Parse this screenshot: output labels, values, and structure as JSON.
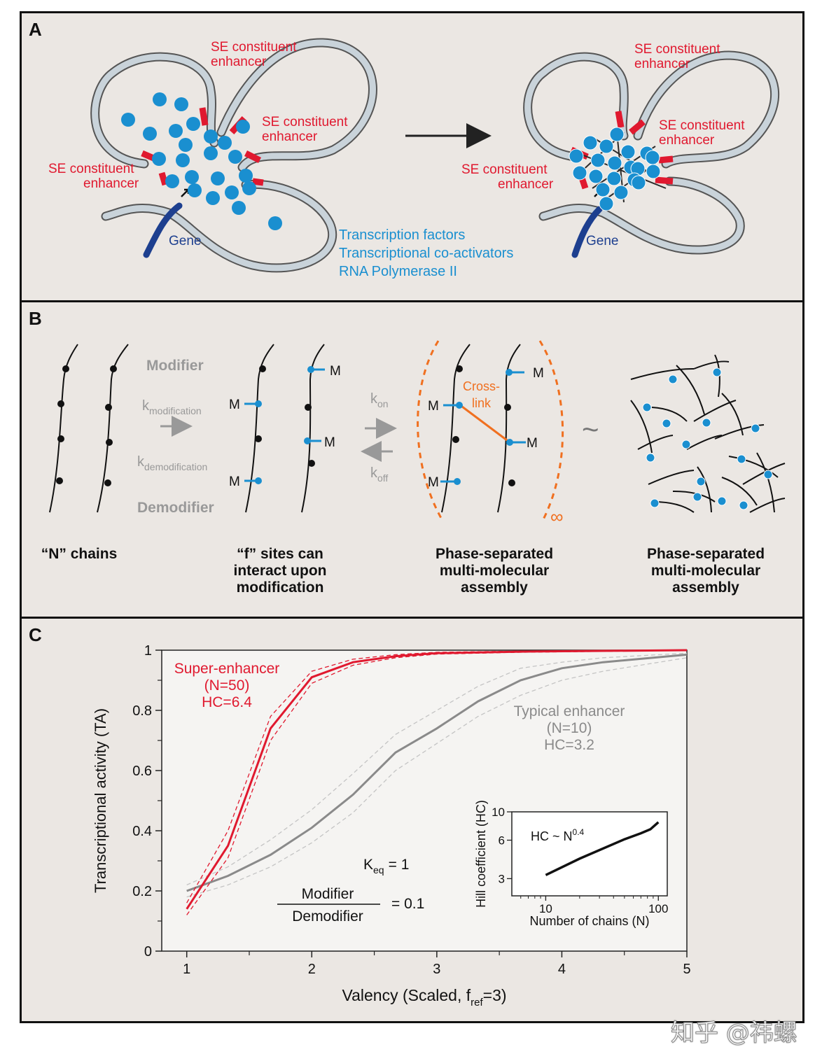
{
  "panel_a": {
    "label": "A",
    "se_enhancer": "SE constituent enhancer",
    "se_line1": "SE constituent",
    "se_line2": "enhancer",
    "gene": "Gene",
    "legend": [
      "Transcription factors",
      "Transcriptional co-activators",
      "RNA Polymerase II"
    ]
  },
  "panel_b": {
    "label": "B",
    "modifier": "Modifier",
    "demodifier": "Demodifier",
    "k": "k",
    "k_mod_sub": "modification",
    "k_demod_sub": "demodification",
    "k_on_sub": "on",
    "k_off_sub": "off",
    "m": "M",
    "crosslink_1": "Cross-",
    "crosslink_2": "link",
    "infinity": "∞",
    "tilde": "~",
    "caption_1": [
      "“N” chains"
    ],
    "caption_2": [
      "“f” sites can",
      "interact upon",
      "modification"
    ],
    "caption_3": [
      "Phase-separated",
      "multi-molecular",
      "assembly"
    ],
    "caption_4": [
      "Phase-separated",
      "multi-molecular",
      "assembly"
    ]
  },
  "panel_c": {
    "label": "C",
    "annotation_keq": "K",
    "annotation_keq_sub": "eq",
    "annotation_keq_val": "= 1",
    "annotation_num": "Modifier",
    "annotation_den": "Demodifier",
    "annotation_ratio": "= 0.1"
  },
  "chart_data": [
    {
      "type": "line",
      "xlabel": "Valency (Scaled, f",
      "xlabel_sub": "ref",
      "xlabel_tail": "=3)",
      "ylabel": "Transcriptional activity (TA)",
      "xlim": [
        0.8,
        5
      ],
      "ylim": [
        0,
        1
      ],
      "xticks": [
        1,
        2,
        3,
        4,
        5
      ],
      "yticks": [
        0,
        0.2,
        0.4,
        0.6,
        0.8,
        1
      ],
      "series": [
        {
          "label_lines": [
            "Super-enhancer",
            "(N=50)",
            "HC=6.4"
          ],
          "color": "#e0192f",
          "x": [
            1,
            1.33,
            1.67,
            2,
            2.33,
            2.67,
            3,
            3.67,
            5
          ],
          "y": [
            0.14,
            0.35,
            0.74,
            0.91,
            0.96,
            0.98,
            0.99,
            0.995,
            1.0
          ],
          "upper": [
            0.16,
            0.4,
            0.78,
            0.93,
            0.97,
            0.985,
            0.993,
            0.997,
            1.0
          ],
          "lower": [
            0.12,
            0.31,
            0.7,
            0.89,
            0.95,
            0.975,
            0.987,
            0.993,
            0.999
          ]
        },
        {
          "label_lines": [
            "Typical enhancer",
            "(N=10)",
            "HC=3.2"
          ],
          "color": "#8a8a8a",
          "x": [
            1,
            1.33,
            1.67,
            2,
            2.33,
            2.67,
            3,
            3.33,
            3.67,
            4,
            4.33,
            5
          ],
          "y": [
            0.2,
            0.25,
            0.32,
            0.41,
            0.52,
            0.66,
            0.74,
            0.83,
            0.9,
            0.94,
            0.96,
            0.985
          ],
          "upper": [
            0.22,
            0.28,
            0.37,
            0.47,
            0.59,
            0.72,
            0.8,
            0.88,
            0.94,
            0.96,
            0.975,
            0.99
          ],
          "lower": [
            0.18,
            0.22,
            0.28,
            0.36,
            0.46,
            0.6,
            0.69,
            0.78,
            0.85,
            0.9,
            0.93,
            0.975
          ]
        }
      ]
    },
    {
      "type": "line",
      "xlabel": "Number of chains (N)",
      "ylabel": "Hill coefficient (HC)",
      "xscale": "log",
      "yscale": "log",
      "xticks": [
        10,
        100
      ],
      "yticks": [
        3,
        6,
        10
      ],
      "annotation": "HC ~ N",
      "annotation_sup": "0.4",
      "series": [
        {
          "color": "#111111",
          "x": [
            10,
            20,
            50,
            70,
            85,
            100
          ],
          "y": [
            3.2,
            4.3,
            6.1,
            6.8,
            7.3,
            8.3
          ]
        }
      ]
    }
  ]
}
